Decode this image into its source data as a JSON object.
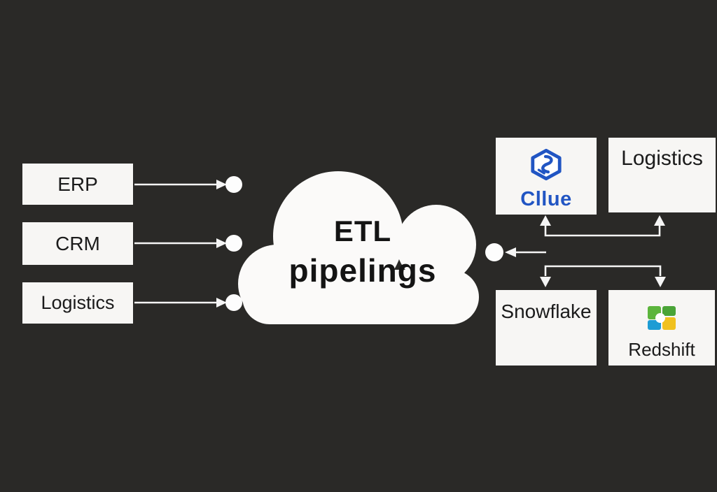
{
  "canvas": {
    "background_color": "#2a2927",
    "box_fill_color": "#f7f6f4",
    "connector_color": "#f5f5f5",
    "text_color": "#1b1b1b"
  },
  "sources": [
    {
      "label": "ERP"
    },
    {
      "label": "CRM"
    },
    {
      "label": "Logistics"
    }
  ],
  "cloud": {
    "title_line1": "ETL",
    "title_line2": "pipelings"
  },
  "destinations": {
    "glue": {
      "label": "Cllue",
      "icon": "glue-hexagon-icon",
      "brand_color": "#2155c3"
    },
    "logistics": {
      "label": "Logistics"
    },
    "snowflake": {
      "label": "Snowflake"
    },
    "redshift": {
      "label": "Redshift",
      "icon": "redshift-cube-icon",
      "icon_colors": {
        "green_light": "#5cb53c",
        "green_dark": "#4aa437",
        "blue": "#1d9cd4",
        "yellow": "#f0c11f"
      }
    }
  }
}
